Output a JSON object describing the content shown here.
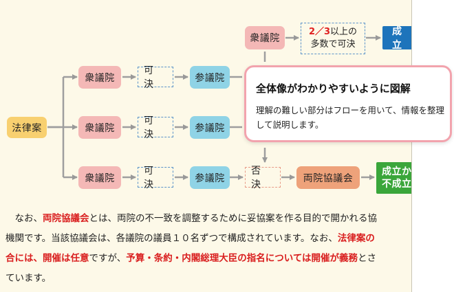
{
  "flow": {
    "law_bill": "法律案",
    "row1": {
      "house": "衆議院",
      "condition_fraction": "2／3",
      "condition_rest": "以上の",
      "condition_line2": "多数で可決",
      "result": "成 立"
    },
    "row2": {
      "house_lower": "衆議院",
      "decision": "可決",
      "house_upper": "参議院"
    },
    "row3": {
      "house_lower": "衆議院",
      "decision": "可決",
      "house_upper": "参議院"
    },
    "row4": {
      "house_lower": "衆議院",
      "decision": "可決",
      "house_upper": "参議院",
      "rejection": "否決",
      "committee": "両院協議会",
      "result_line1": "成立か",
      "result_line2": "不成立"
    }
  },
  "paragraph": {
    "l1_a": "　なお、",
    "l1_hl": "両院協議会",
    "l1_b": "とは、両院の不一致を調整するために妥協案を作る目的で開かれる協",
    "l2_a": "機関です。当該協議会は、各議院の議員１０名ずつで構成されています。なお、",
    "l2_hl": "法律案の",
    "l3_hl1": "合には、開催は任意",
    "l3_a": "ですが、",
    "l3_hl2": "予算・条約・内閣総理大臣の指名については開催が義務",
    "l3_b": "とさ",
    "l4": "ています。"
  },
  "tooltip": {
    "title": "全体像がわかりやすいように図解",
    "body": "理解の難しい部分はフローを用いて、情報を整理して説明します。"
  },
  "colors": {
    "background": "#fdf9e8",
    "house_box": "#f4b8b6",
    "upper_house_box": "#8fd3e6",
    "bill_box": "#f8d070",
    "committee_box": "#eea27a",
    "success": "#1d74bb",
    "result": "#3aa63a",
    "highlight_text": "#d91e1e",
    "tooltip_border": "#f2a3ad"
  }
}
